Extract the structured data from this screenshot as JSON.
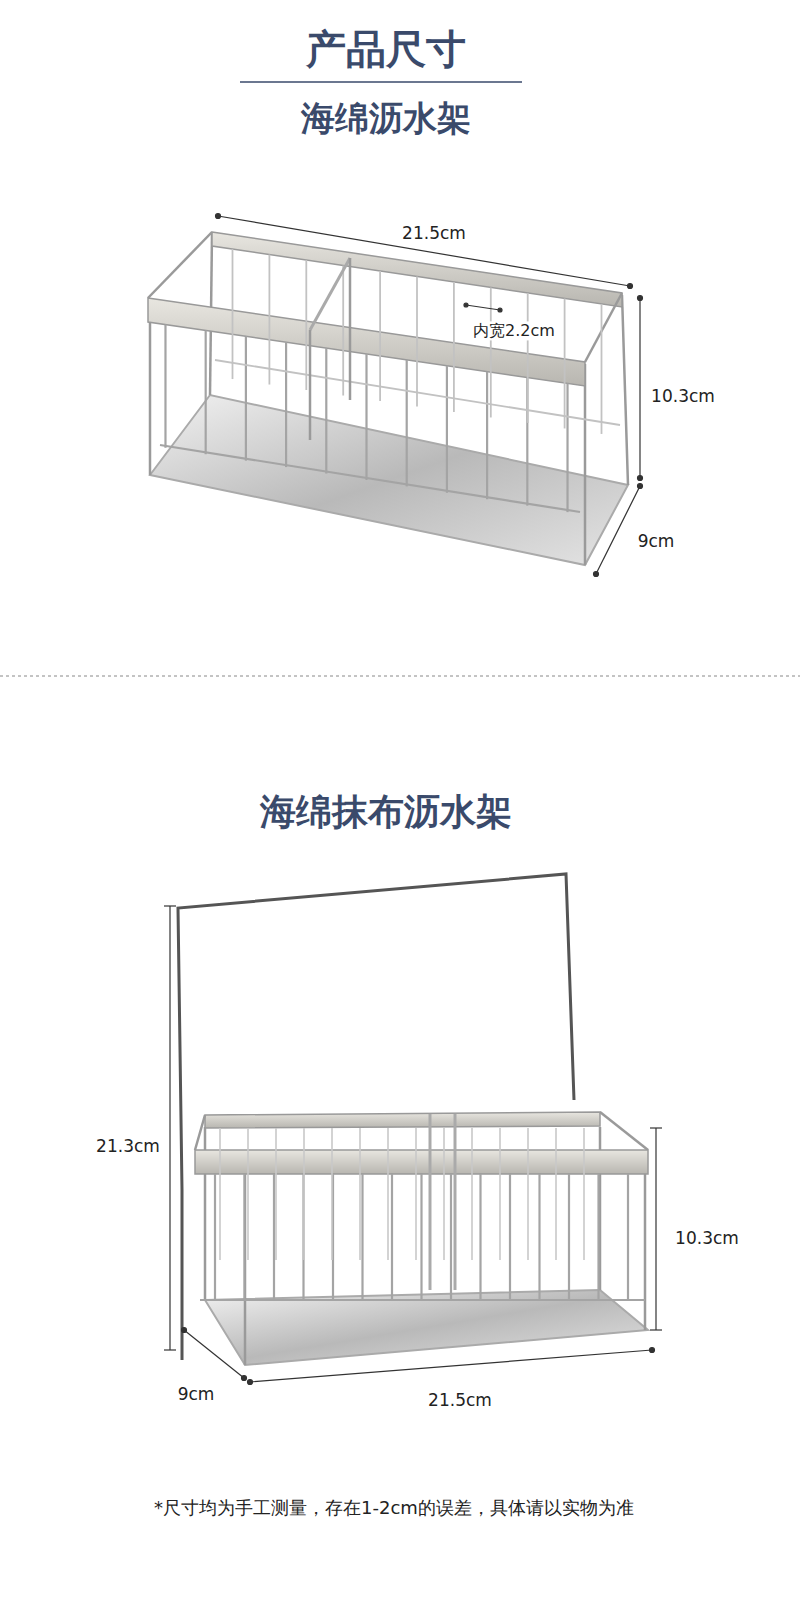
{
  "diagram": {
    "title": "产品尺寸",
    "labels": [
      "海绵沥水架",
      "21.5cm",
      "内宽2.2cm",
      "10.3cm",
      "9cm",
      "海绵抹布沥水架",
      "21.3cm",
      "10.3cm",
      "9cm",
      "21.5cm"
    ],
    "caption": "*尺寸均为手工测量，存在1-2cm的误差，具体请以实物为准"
  }
}
